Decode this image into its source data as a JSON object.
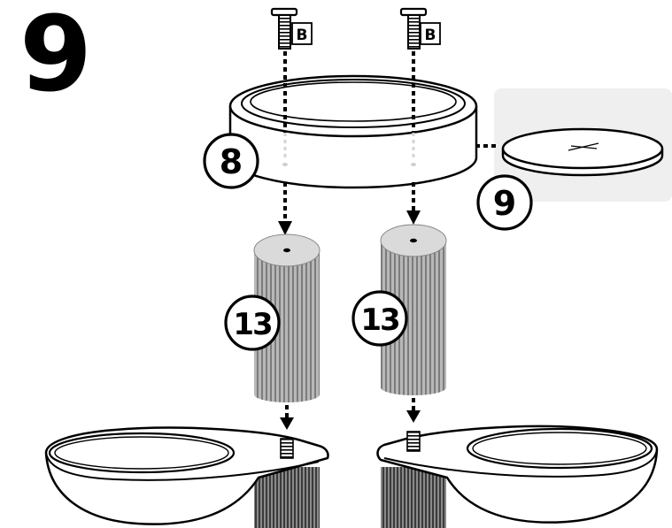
{
  "step": {
    "number": "9"
  },
  "screws": [
    {
      "tag": "B"
    },
    {
      "tag": "B"
    }
  ],
  "parts": {
    "ring": {
      "label": "8"
    },
    "disc": {
      "label": "9"
    },
    "posts": [
      {
        "label": "13"
      },
      {
        "label": "13"
      }
    ]
  },
  "colors": {
    "line": "#000000",
    "ring_fill": "#ffffff",
    "post_shade": "#9a9a9a",
    "post_top": "#dadada",
    "callout_panel": "#efefef"
  }
}
